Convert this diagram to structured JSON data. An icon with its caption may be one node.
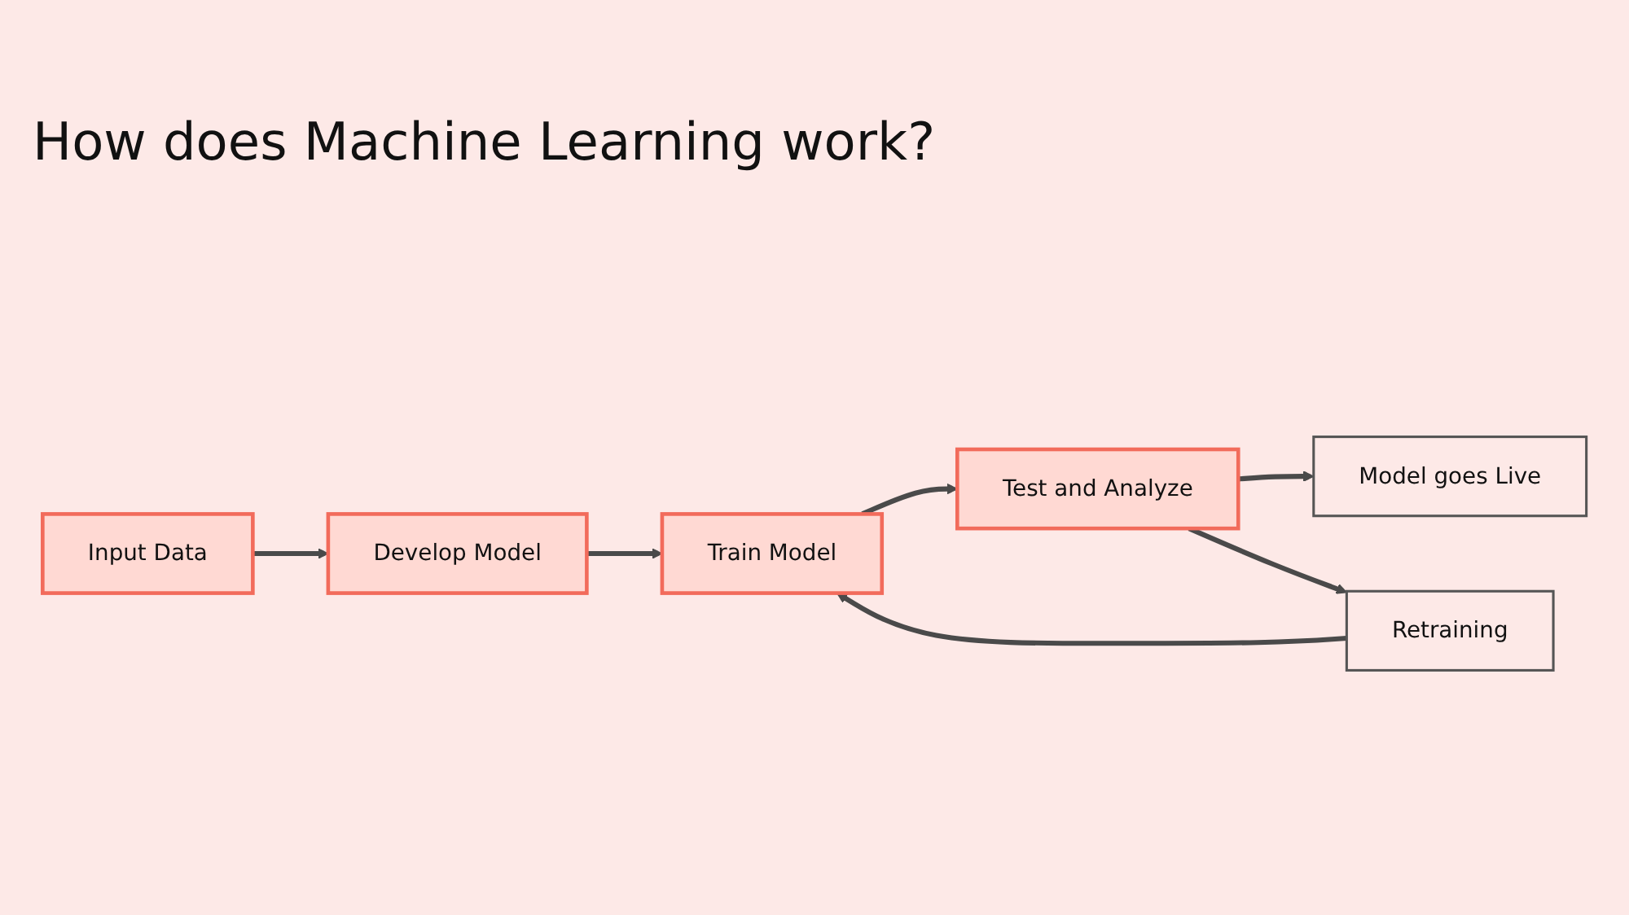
{
  "diagram": {
    "title": "How does Machine Learning work?",
    "nodes": [
      {
        "text": [
          "Input Data"
        ]
      },
      {
        "text": [
          "Develop Model"
        ]
      },
      {
        "text": [
          "Train Model"
        ]
      },
      {
        "text": [
          "Test and Analyze"
        ]
      },
      {
        "text": [
          "Model goes Live"
        ]
      },
      {
        "text": [
          "Retraining"
        ]
      }
    ],
    "edges": [
      {
        "from": 0,
        "to": 1,
        "arrow": "to"
      },
      {
        "from": 1,
        "to": 2,
        "arrow": "to"
      },
      {
        "from": 2,
        "to": 3,
        "arrow": "to"
      },
      {
        "from": 3,
        "to": 4,
        "arrow": "to"
      },
      {
        "from": 3,
        "to": 5,
        "arrow": "to"
      },
      {
        "from": 5,
        "to": 2,
        "arrow": "to"
      }
    ]
  }
}
